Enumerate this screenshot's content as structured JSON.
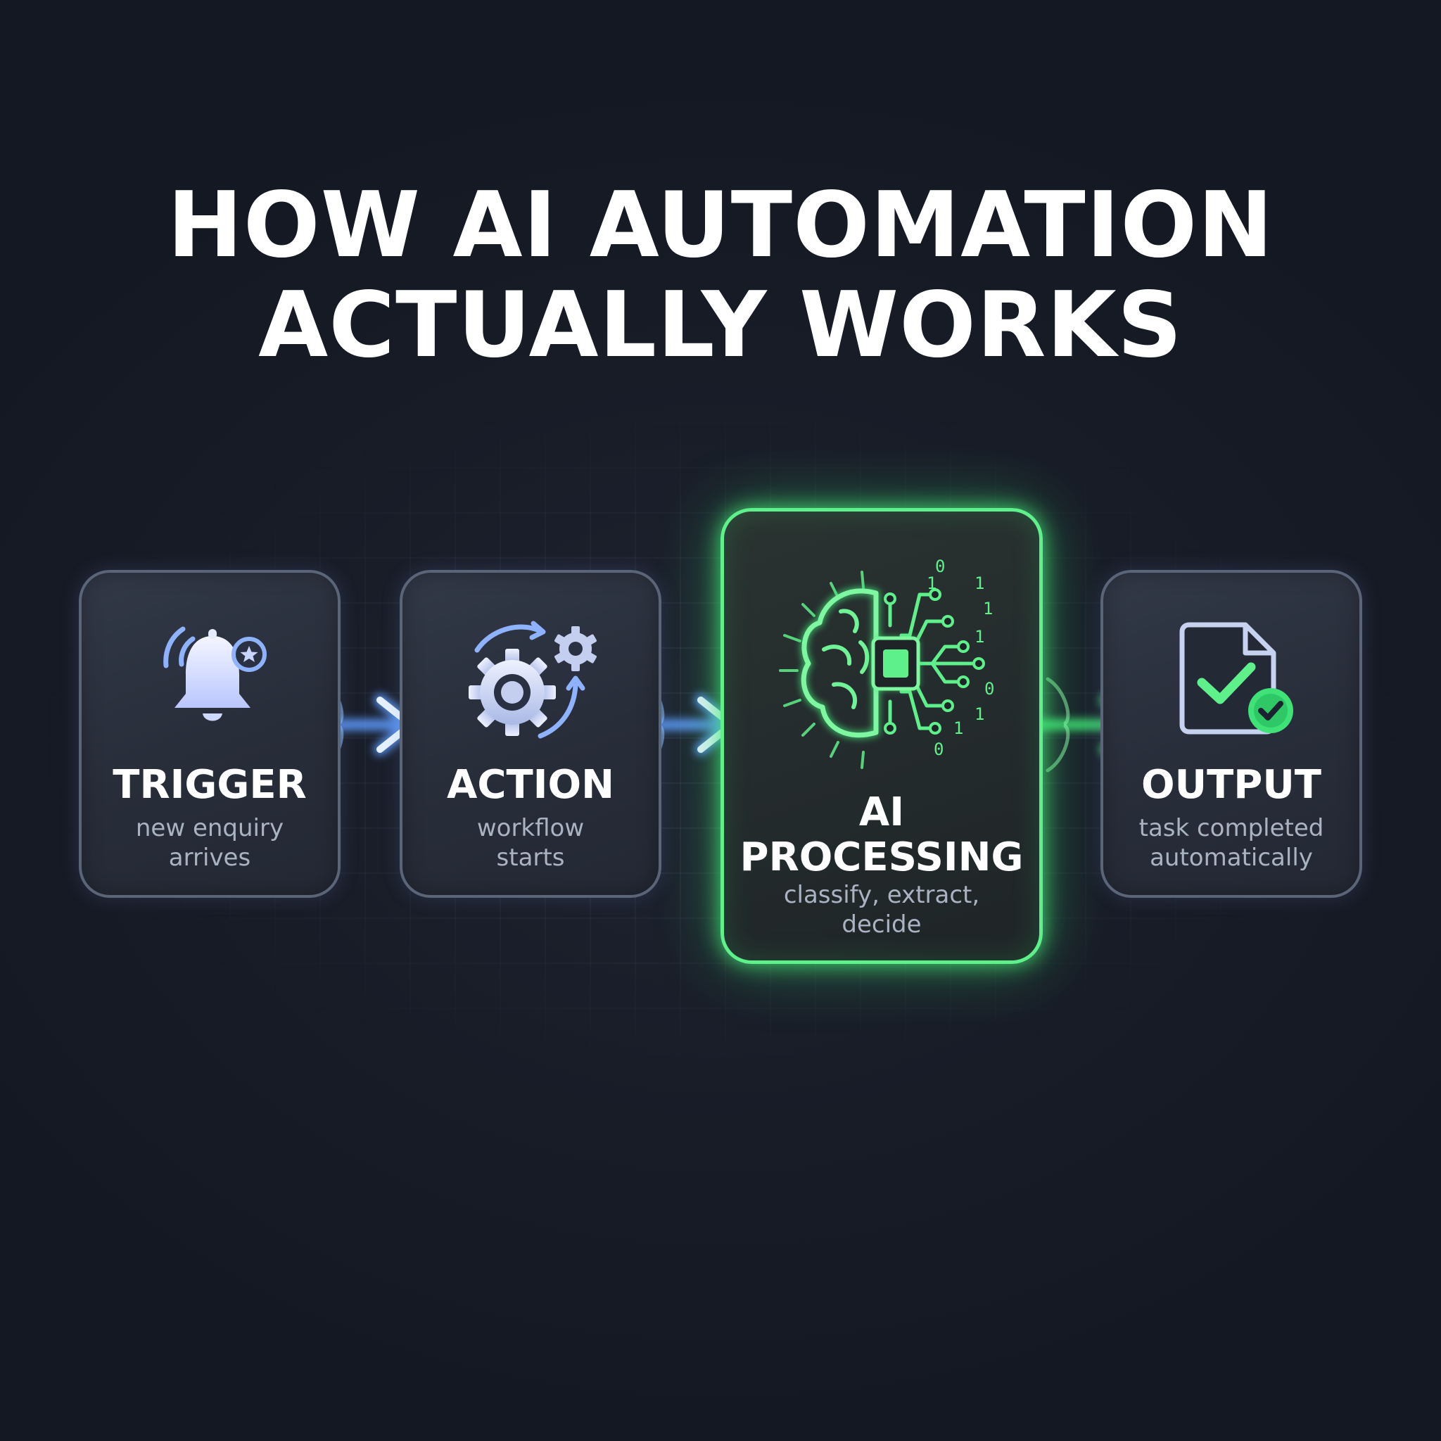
{
  "header": {
    "title_line1": "HOW AI AUTOMATION",
    "title_line2": "ACTUALLY WORKS"
  },
  "steps": [
    {
      "label": "TRIGGER",
      "sub_line1": "new enquiry",
      "sub_line2": "arrives",
      "icon": "bell-icon"
    },
    {
      "label": "ACTION",
      "sub_line1": "workflow",
      "sub_line2": "starts",
      "icon": "gears-icon"
    },
    {
      "label_line1": "AI",
      "label_line2": "PROCESSING",
      "sub_line1": "classify, extract,",
      "sub_line2": "decide",
      "icon": "ai-brain-chip-icon",
      "binary_digits": [
        "0",
        "1",
        "1",
        "1",
        "1",
        "0",
        "1",
        "1",
        "0"
      ]
    },
    {
      "label": "OUTPUT",
      "sub_line1": "task completed",
      "sub_line2": "automatically",
      "icon": "document-check-icon"
    }
  ],
  "colors": {
    "background": "#161a24",
    "card_border": "#5a6578",
    "ai_accent": "#5ef08a",
    "arrow_blue": "#8fc2ff",
    "arrow_green": "#8ff5a8",
    "text": "#ffffff",
    "subtext": "#aab3c2"
  }
}
